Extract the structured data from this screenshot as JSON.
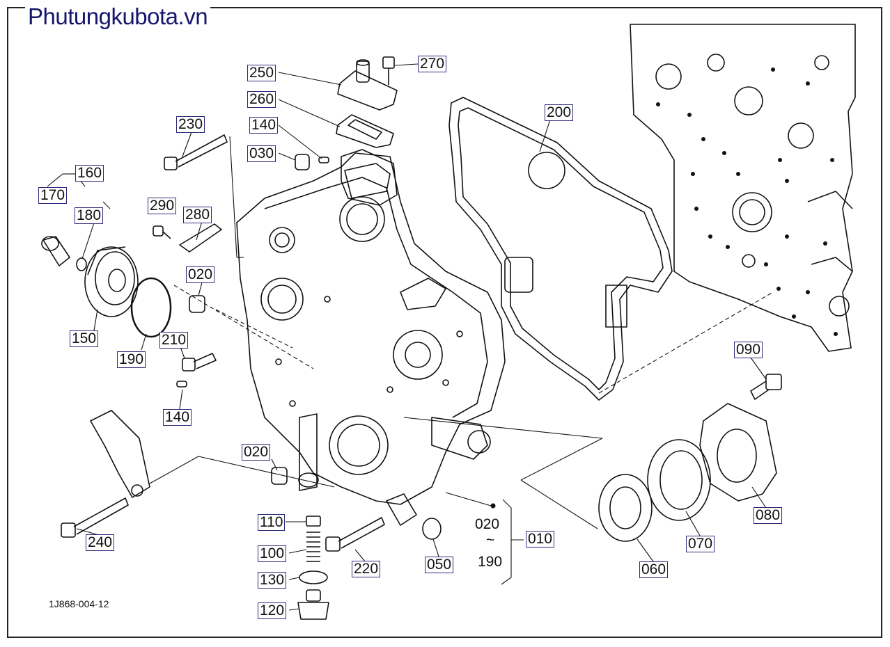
{
  "brand": "Phutungkubota.vn",
  "drawing_code": "1J868-004-12",
  "callouts": {
    "c250": "250",
    "c270": "270",
    "c260": "260",
    "c140a": "140",
    "c030": "030",
    "c230": "230",
    "c200": "200",
    "c160": "160",
    "c170": "170",
    "c180": "180",
    "c290": "290",
    "c280": "280",
    "c020a": "020",
    "c150": "150",
    "c210": "210",
    "c190": "190",
    "c140b": "140",
    "c090": "090",
    "c020b": "020",
    "c110": "110",
    "c100": "100",
    "c130": "130",
    "c120": "120",
    "c240": "240",
    "c220": "220",
    "c050": "050",
    "c010": "010",
    "c080": "080",
    "c070": "070",
    "c060": "060"
  },
  "range": {
    "from": "020",
    "tilde": "~",
    "to": "190"
  }
}
